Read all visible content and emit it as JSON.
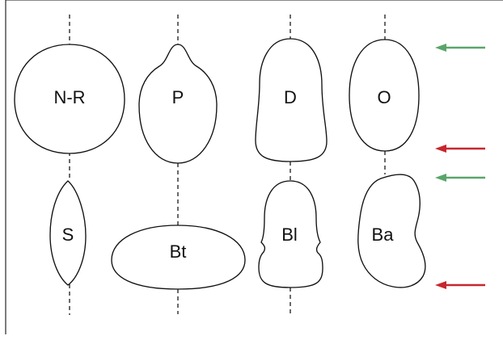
{
  "shapes": [
    {
      "label": "N-R",
      "icon": "round-shape"
    },
    {
      "label": "P",
      "icon": "pear-shape"
    },
    {
      "label": "D",
      "icon": "dome-shape"
    },
    {
      "label": "O",
      "icon": "oval-shape"
    },
    {
      "label": "S",
      "icon": "spindle-shape"
    },
    {
      "label": "Bt",
      "icon": "button-shape"
    },
    {
      "label": "Bl",
      "icon": "bulb-shape"
    },
    {
      "label": "Ba",
      "icon": "bean-shape"
    }
  ],
  "arrows": [
    {
      "icon": "left-arrow-icon",
      "color": "#5aa56a"
    },
    {
      "icon": "left-arrow-icon",
      "color": "#c8262d"
    },
    {
      "icon": "left-arrow-icon",
      "color": "#5aa56a"
    },
    {
      "icon": "left-arrow-icon",
      "color": "#c8262d"
    }
  ]
}
